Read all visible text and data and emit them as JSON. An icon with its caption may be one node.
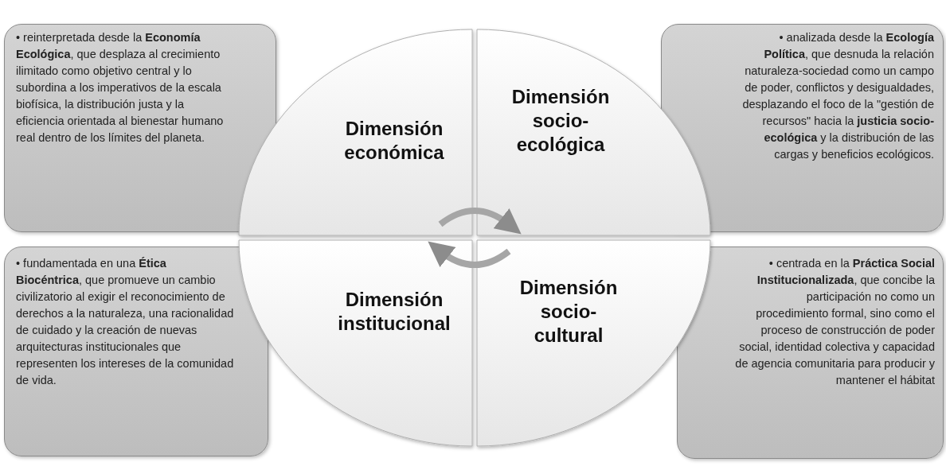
{
  "diagram": {
    "nodes": [
      {
        "text": [
          "• reinterpretada desde la **Economía Ecológica**, que desplaza al crecimiento ilimitado como objetivo central y lo subordina a los imperativos de la escala biofísica, la distribución justa y la eficiencia orientada al bienestar humano real dentro de los límites del planeta."
        ]
      },
      {
        "text": [
          "Dimensión económica"
        ]
      },
      {
        "text": [
          "Dimensión socio-ecológica"
        ]
      },
      {
        "text": [
          "• analizada desde la **Ecología Política**, que desnuda la relación naturaleza-sociedad como un campo de poder, conflictos y desigualdades, desplazando el foco de la \"gestión de recursos\" hacia la **justicia socio-ecológica** y la distribución de las cargas y beneficios ecológicos."
        ]
      },
      {
        "text": [
          "• fundamentada en una **Ética Biocéntrica**, que promueve un cambio civilizatorio al exigir el reconocimiento de derechos a la naturaleza, una racionalidad de cuidado y la creación de nuevas arquitecturas institucionales que representen los intereses de la comunidad de vida."
        ]
      },
      {
        "text": [
          "Dimensión institucional"
        ]
      },
      {
        "text": [
          "Dimensión socio-cultural"
        ]
      },
      {
        "text": [
          "• centrada en la **Práctica Social Institucionalizada**, que concibe la participación no como un procedimiento formal, sino como el proceso de construcción de poder social, identidad colectiva y capacidad de agencia comunitaria para producir y mantener el hábitat"
        ]
      }
    ],
    "edges": [
      {
        "from": 1,
        "to": 2,
        "arrow": "to"
      },
      {
        "from": 6,
        "to": 5,
        "arrow": "to"
      }
    ]
  }
}
